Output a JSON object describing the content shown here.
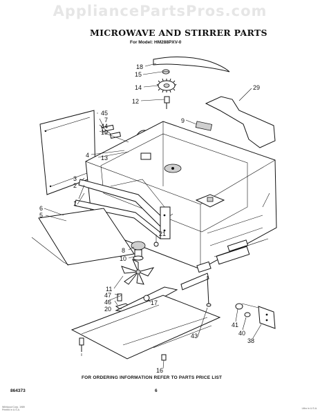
{
  "watermark": "AppliancePartsPros.com",
  "title": "MICROWAVE AND STIRRER PARTS",
  "model": "For Model: HM288PXV-0",
  "footer_note": "FOR ORDERING INFORMATION REFER TO PARTS PRICE LIST",
  "doc_code": "864373",
  "page_number": "6",
  "fine_print_left": [
    "Whirlpool Corp. 1989",
    "Printed in U.S.A."
  ],
  "fine_print_right": "Litho in U.S.A.",
  "callouts": [
    "18",
    "15",
    "14",
    "12",
    "9",
    "29",
    "45",
    "7",
    "44",
    "19",
    "4",
    "13",
    "3",
    "2",
    "1",
    "6",
    "5",
    "21",
    "8",
    "10",
    "11",
    "47",
    "46",
    "20",
    "17",
    "43",
    "41",
    "40",
    "38",
    "16"
  ]
}
